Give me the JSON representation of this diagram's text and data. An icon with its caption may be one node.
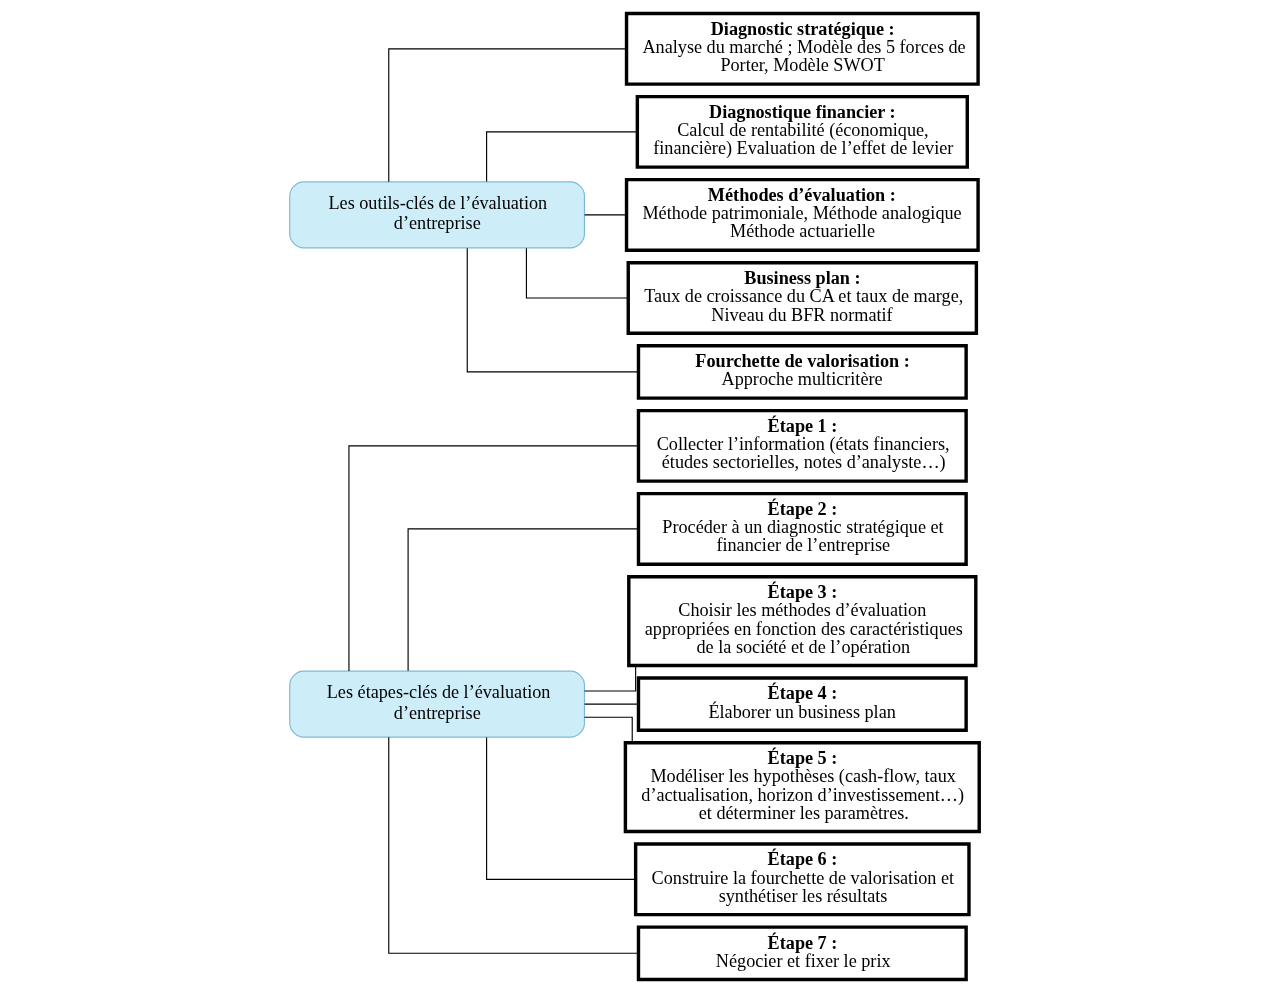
{
  "diagram": {
    "nodes": [
      {
        "text": [
          "Les étapes-clés de l’évaluation d’entreprise"
        ]
      },
      {
        "text": [
          "Étape 1 :",
          "Collecter l’information (états financiers, études sectorielles, notes d’analyste…)"
        ]
      },
      {
        "text": [
          "Étape 2 :",
          "Procéder à un diagnostic stratégique et financier de l’entreprise"
        ]
      },
      {
        "text": [
          "Étape 3 :",
          "Choisir les méthodes d’évaluation appropriées en fonction des caractéristiques de la société et de l’opération"
        ]
      },
      {
        "text": [
          "Étape 4 :",
          "Élaborer un business plan"
        ]
      },
      {
        "text": [
          "Étape 5 :",
          "Modéliser les hypothèses (cash-flow, taux d’actualisation, horizon d’investissement…) et déterminer les paramètres."
        ]
      },
      {
        "text": [
          "Étape 6 :",
          "Construire la fourchette de valorisation et synthétiser les résultats"
        ]
      },
      {
        "text": [
          "Étape 7 :",
          "Négocier et fixer le prix"
        ]
      },
      {
        "text": [
          "Les outils-clés de l’évaluation d’entreprise"
        ]
      },
      {
        "text": [
          "Diagnostic stratégique :",
          "Analyse du marché ; Modèle des 5 forces de Porter, Modèle SWOT"
        ]
      },
      {
        "text": [
          "Diagnostique financier :",
          "Calcul de rentabilité (économique, financière) Evaluation de l’effet de levier"
        ]
      },
      {
        "text": [
          "Méthodes d’évaluation :",
          "Méthode patrimoniale, Méthode analogique Méthode actuarielle"
        ]
      },
      {
        "text": [
          "Business plan :",
          "Taux de croissance du CA et taux de marge, Niveau du BFR normatif"
        ]
      },
      {
        "text": [
          "Fourchette de valorisation :",
          "Approche multicritère"
        ]
      }
    ],
    "edges": [
      {
        "from": 0,
        "to": 1,
        "arrow": "none"
      },
      {
        "from": 0,
        "to": 2,
        "arrow": "none"
      },
      {
        "from": 0,
        "to": 3,
        "arrow": "none"
      },
      {
        "from": 0,
        "to": 4,
        "arrow": "none"
      },
      {
        "from": 0,
        "to": 5,
        "arrow": "none"
      },
      {
        "from": 0,
        "to": 6,
        "arrow": "none"
      },
      {
        "from": 0,
        "to": 7,
        "arrow": "none"
      },
      {
        "from": 8,
        "to": 9,
        "arrow": "none"
      },
      {
        "from": 8,
        "to": 10,
        "arrow": "none"
      },
      {
        "from": 8,
        "to": 11,
        "arrow": "none"
      },
      {
        "from": 8,
        "to": 12,
        "arrow": "none"
      },
      {
        "from": 8,
        "to": 13,
        "arrow": "none"
      }
    ]
  }
}
